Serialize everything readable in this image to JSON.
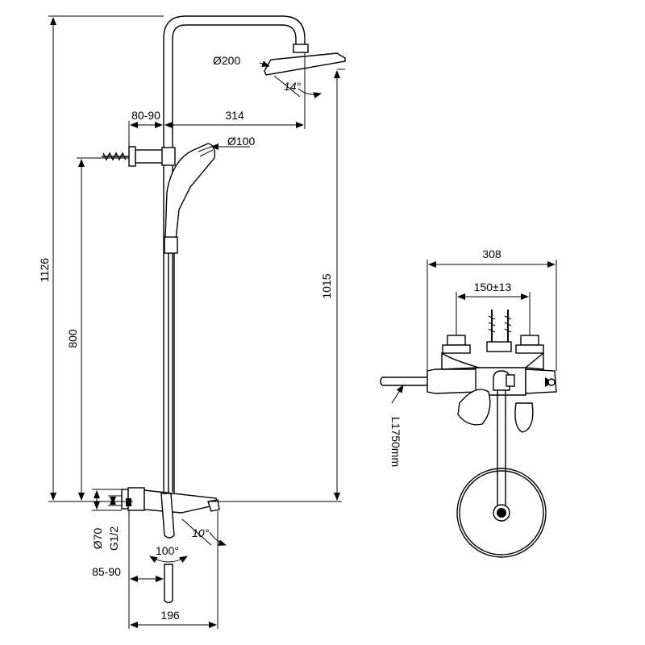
{
  "dimensions": {
    "total_height": "1126",
    "head_height": "1015",
    "bracket_height": "800",
    "wall_offset": "80-90",
    "arm_reach": "314",
    "head_diameter": "Ø200",
    "hand_diameter": "Ø100",
    "head_tilt": "14°",
    "spout_tilt": "10°",
    "rotation": "100°",
    "mixer_diameter": "Ø70",
    "thread": "G1/2",
    "mixer_offset": "85-90",
    "spout_reach": "196",
    "overall_width": "308",
    "inlet_centres": "150±13",
    "hose_length": "L1750mm"
  }
}
